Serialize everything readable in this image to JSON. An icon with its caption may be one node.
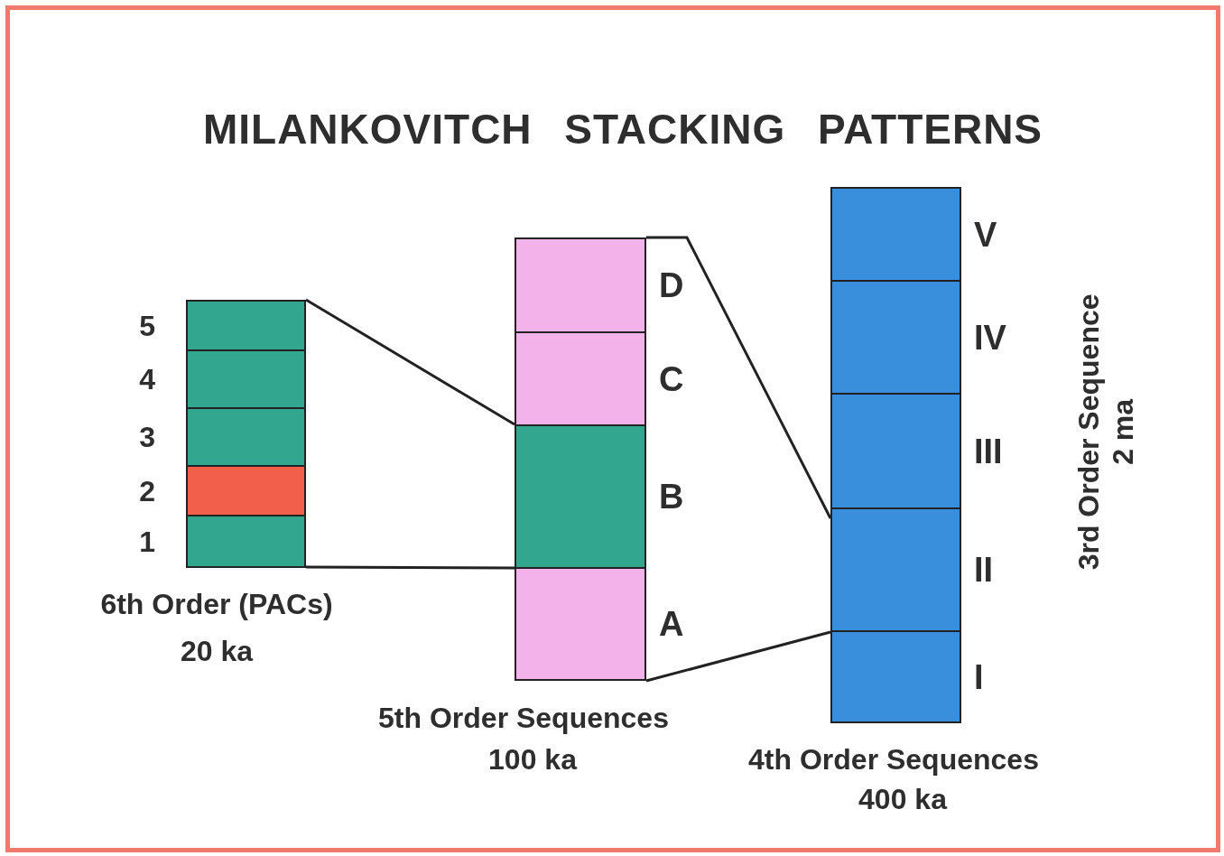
{
  "diagram": {
    "title": "MILANKOVITCH STACKING PATTERNS",
    "nodes": [
      {
        "text": [],
        "shape": "box",
        "beside": [
          "6th Order (PACs)",
          "20 ka"
        ]
      },
      {
        "text": [],
        "shape": "box",
        "beside": [
          "5"
        ],
        "in": 0
      },
      {
        "text": [],
        "shape": "box",
        "beside": [
          "4"
        ],
        "in": 0
      },
      {
        "text": [],
        "shape": "box",
        "beside": [
          "3"
        ],
        "in": 0
      },
      {
        "text": [],
        "shape": "box",
        "beside": [
          "2"
        ],
        "in": 0
      },
      {
        "text": [],
        "shape": "box",
        "beside": [
          "1"
        ],
        "in": 0
      },
      {
        "text": [],
        "shape": "box",
        "beside": [
          "5th Order Sequences",
          "100 ka"
        ]
      },
      {
        "text": [],
        "shape": "box",
        "beside": [
          "D"
        ],
        "in": 6
      },
      {
        "text": [],
        "shape": "box",
        "beside": [
          "C"
        ],
        "in": 6
      },
      {
        "text": [],
        "shape": "box",
        "beside": [
          "B"
        ],
        "in": 6
      },
      {
        "text": [],
        "shape": "box",
        "beside": [
          "A"
        ],
        "in": 6
      },
      {
        "text": [],
        "shape": "box",
        "beside": [
          "4th Order Sequences",
          "400 ka"
        ]
      },
      {
        "text": [],
        "shape": "box",
        "beside": [
          "V"
        ],
        "in": 11
      },
      {
        "text": [],
        "shape": "box",
        "beside": [
          "IV"
        ],
        "in": 11
      },
      {
        "text": [],
        "shape": "box",
        "beside": [
          "III"
        ],
        "in": 11
      },
      {
        "text": [],
        "shape": "box",
        "beside": [
          "II"
        ],
        "in": 11
      },
      {
        "text": [],
        "shape": "box",
        "beside": [
          "I"
        ],
        "in": 11
      }
    ],
    "edges": [
      {
        "from": 0,
        "to": 9,
        "arrow": "none"
      },
      {
        "from": 0,
        "to": 9,
        "arrow": "none"
      },
      {
        "from": 6,
        "to": 15,
        "arrow": "none"
      },
      {
        "from": 6,
        "to": 15,
        "arrow": "none"
      }
    ],
    "labels": [
      "3rd Order Sequence",
      "2 ma"
    ]
  }
}
